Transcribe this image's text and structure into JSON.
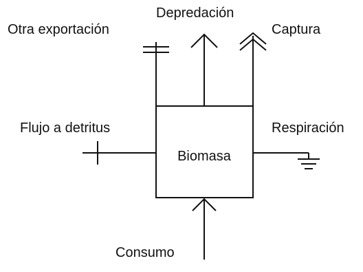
{
  "diagram": {
    "box_label": "Biomasa",
    "labels": {
      "otra_exportacion": "Otra exportación",
      "depredacion": "Depredación",
      "captura": "Captura",
      "flujo_detritus": "Flujo a detritus",
      "respiracion": "Respiración",
      "consumo": "Consumo"
    },
    "flows": [
      {
        "name": "Otra exportación",
        "symbol": "double-bar"
      },
      {
        "name": "Depredación",
        "symbol": "arrow"
      },
      {
        "name": "Captura",
        "symbol": "double-arrow"
      },
      {
        "name": "Flujo a detritus",
        "symbol": "bar"
      },
      {
        "name": "Respiración",
        "symbol": "ground"
      },
      {
        "name": "Consumo",
        "symbol": "arrow-in"
      }
    ],
    "colors": {
      "stroke": "#111111",
      "background": "#ffffff"
    }
  }
}
